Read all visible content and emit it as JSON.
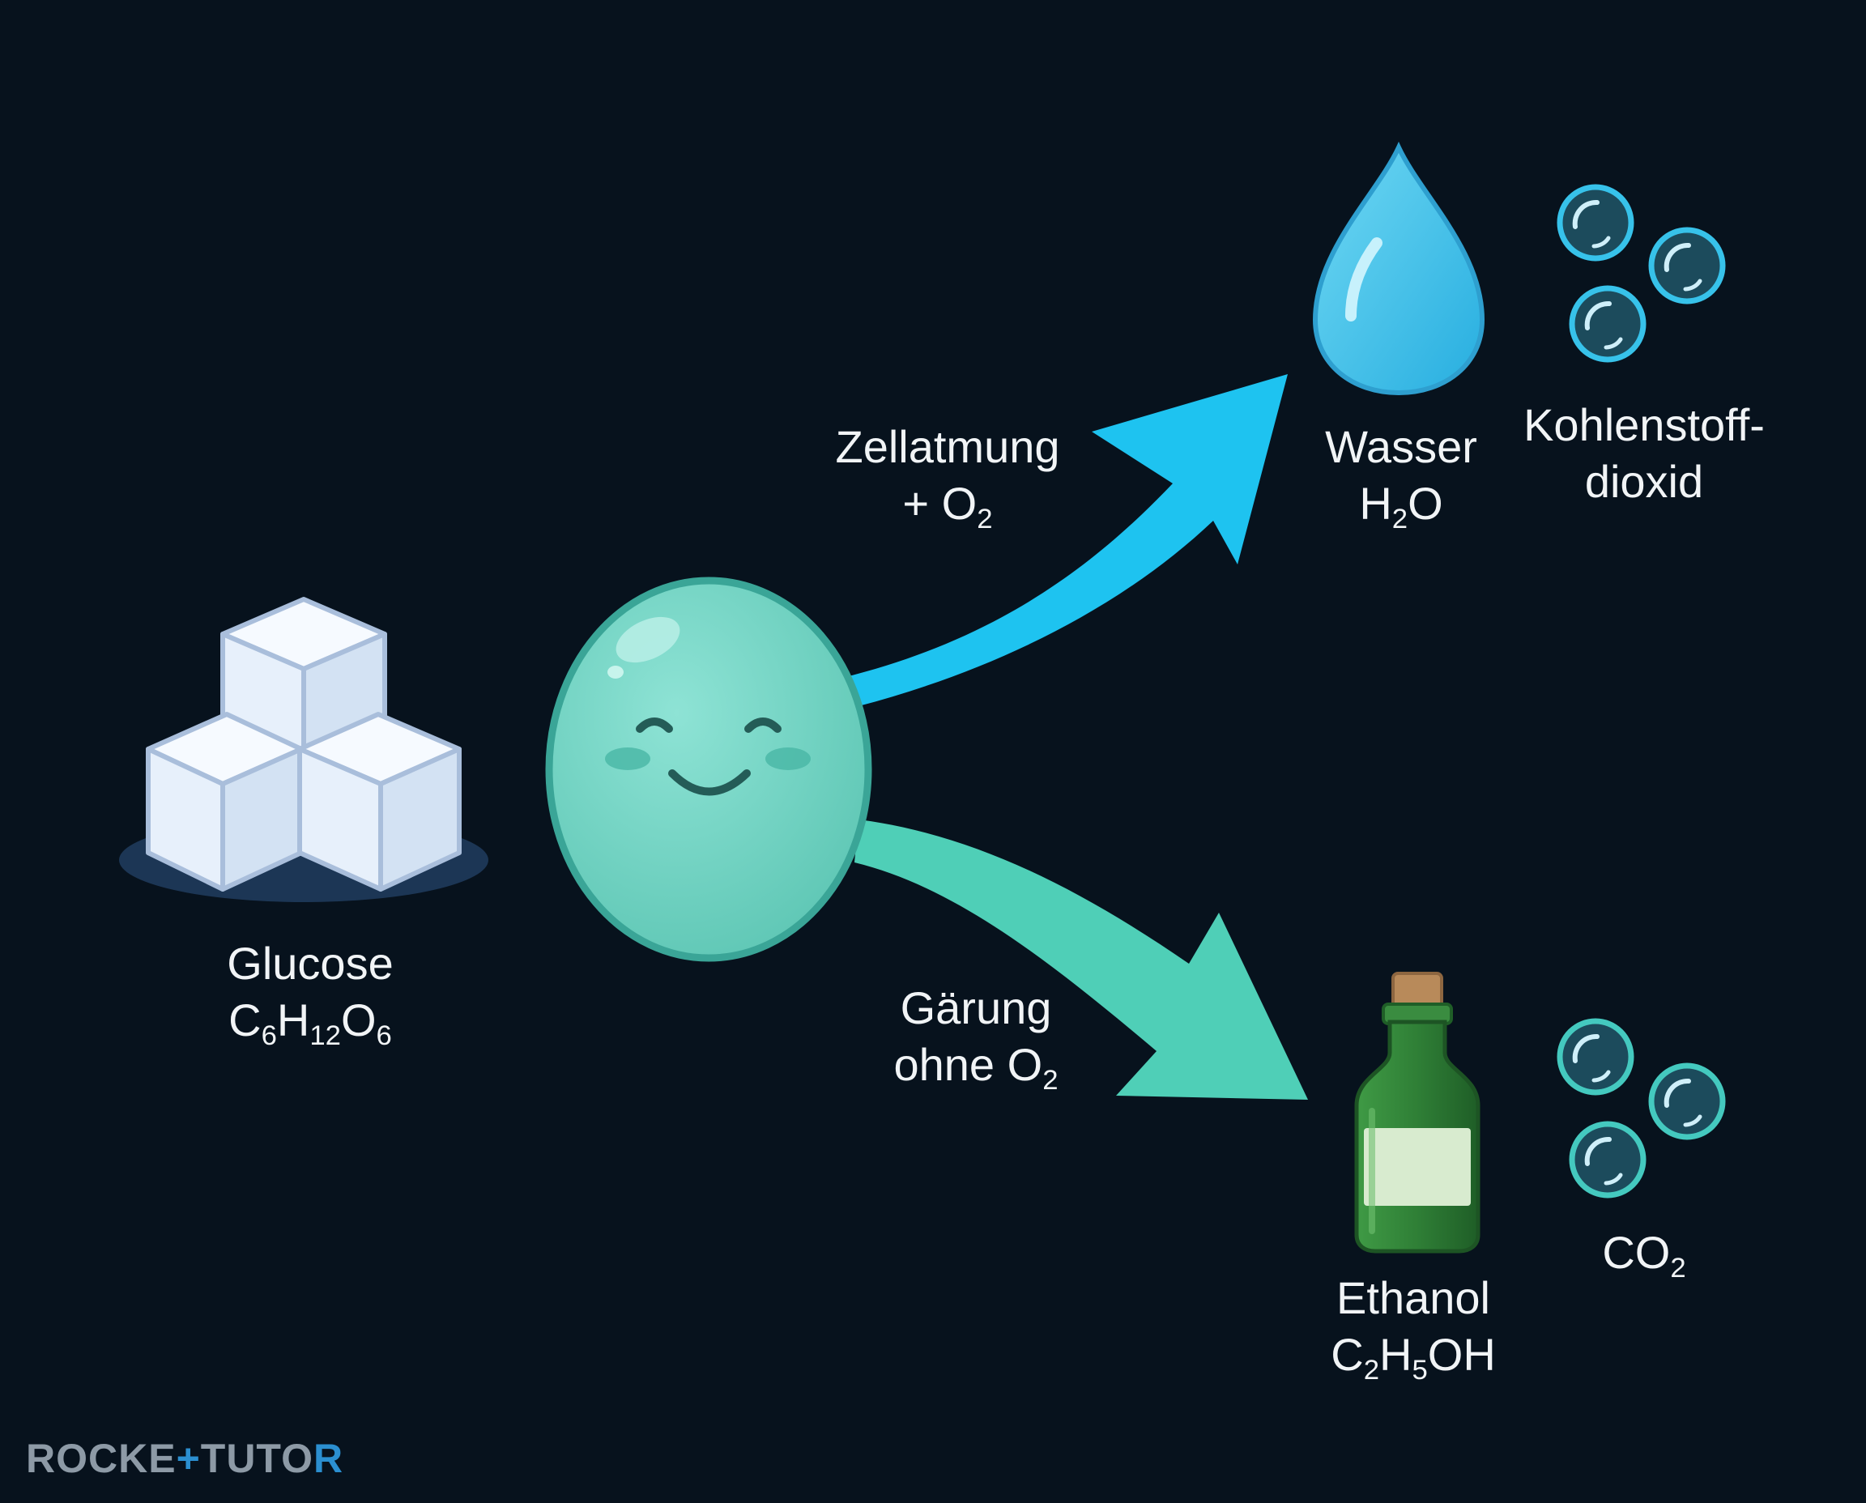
{
  "colors": {
    "background": "#07121d",
    "sugar_cube": "#e8f1fb",
    "sugar_edge": "#9fb6d3",
    "cell": "#6fd3c2",
    "cell_edge": "#3aa597",
    "arrow_aerobic": "#1ec3f0",
    "arrow_anaerobic": "#4fcfb7",
    "water": "#3fc3ea",
    "bubble_ring_top": "#37c2ea",
    "bubble_ring_bottom": "#44c9bf",
    "bottle": "#2c7a34",
    "cork": "#b88a5a",
    "label_text": "#f1f4f6",
    "logo_text": "#8d9aa6",
    "logo_accent": "#2b8fd0"
  },
  "icons": {
    "glucose": "sugar-cubes-icon",
    "cell": "smiling-yeast-cell-icon",
    "water": "water-drop-icon",
    "co2_top": "gas-bubbles-icon",
    "ethanol": "green-bottle-icon",
    "co2_bottom": "gas-bubbles-icon"
  },
  "glucose": {
    "name": "Glucose",
    "formula": {
      "C": "C",
      "c_sub": "6",
      "H": "H",
      "h_sub": "12",
      "O": "O",
      "o_sub": "6"
    }
  },
  "pathway_aerobic": {
    "line1": "Zellatmung",
    "line2_prefix": "+ O",
    "line2_sub": "2"
  },
  "pathway_anaerobic": {
    "line1": "Gärung",
    "line2_prefix": "ohne O",
    "line2_sub": "2"
  },
  "water": {
    "name": "Wasser",
    "formula": {
      "H": "H",
      "h_sub": "2",
      "O": "O"
    }
  },
  "carbon_dioxide_top": {
    "line1": "Kohlenstoff-",
    "line2": "dioxid"
  },
  "ethanol": {
    "name": "Ethanol",
    "formula": {
      "C": "C",
      "c_sub": "2",
      "H": "H",
      "h_sub": "5",
      "rest": "OH"
    }
  },
  "carbon_dioxide_bottom": {
    "prefix": "CO",
    "sub": "2"
  },
  "logo": {
    "part1": "ROCKE",
    "plus": "+",
    "part2": "TUTO",
    "part3": "R"
  }
}
